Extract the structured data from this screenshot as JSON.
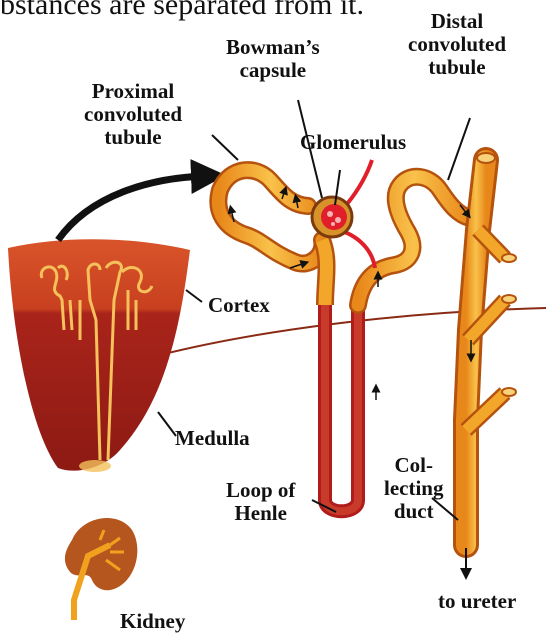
{
  "heading": "bstances are separated from it.",
  "labels": {
    "bowmans_capsule": [
      "Bowman’s",
      "capsule"
    ],
    "distal_tubule": [
      "Distal",
      "convoluted",
      "tubule"
    ],
    "proximal_tubule": [
      "Proximal",
      "convoluted",
      "tubule"
    ],
    "glomerulus": "Glomerulus",
    "cortex": "Cortex",
    "medulla": "Medulla",
    "loop_of_henle": [
      "Loop of",
      "Henle"
    ],
    "collecting_duct": [
      "Col-",
      "lecting",
      "duct"
    ],
    "to_ureter": "to ureter",
    "kidney": "Kidney"
  },
  "colors": {
    "tubule_fill": "#f0a21e",
    "tubule_outline": "#b5520e",
    "cortex": "#cf4a1e",
    "medulla": "#a8231b",
    "loop_red": "#b01c1c",
    "glomerulus_red": "#e01f2a",
    "kidney": "#b5561f"
  }
}
